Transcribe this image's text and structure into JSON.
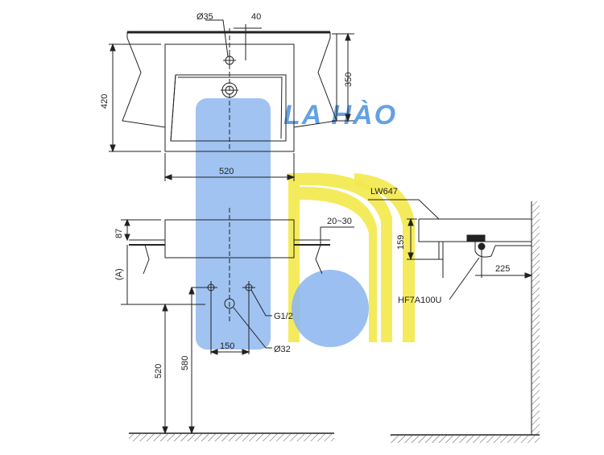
{
  "watermark": {
    "text": "LA HÀO",
    "color_blue": "#4a90e2",
    "color_yellow": "#f3e94a"
  },
  "dimensions": {
    "hole_diameter_top": "Ø35",
    "tap_offset": "40",
    "overall_depth": "420",
    "basin_depth": "350",
    "overall_width": "520",
    "rim_height": "87",
    "counter_gap": "20~30",
    "height_a": "(A)",
    "pipe_spacing": "150",
    "thread_size": "G1/2",
    "drain_diameter": "Ø32",
    "inlet_height": "520",
    "drain_height": "580",
    "side_height": "159",
    "wall_distance": "225"
  },
  "labels": {
    "basin_model": "LW647",
    "trap_model": "HF7A100U"
  }
}
